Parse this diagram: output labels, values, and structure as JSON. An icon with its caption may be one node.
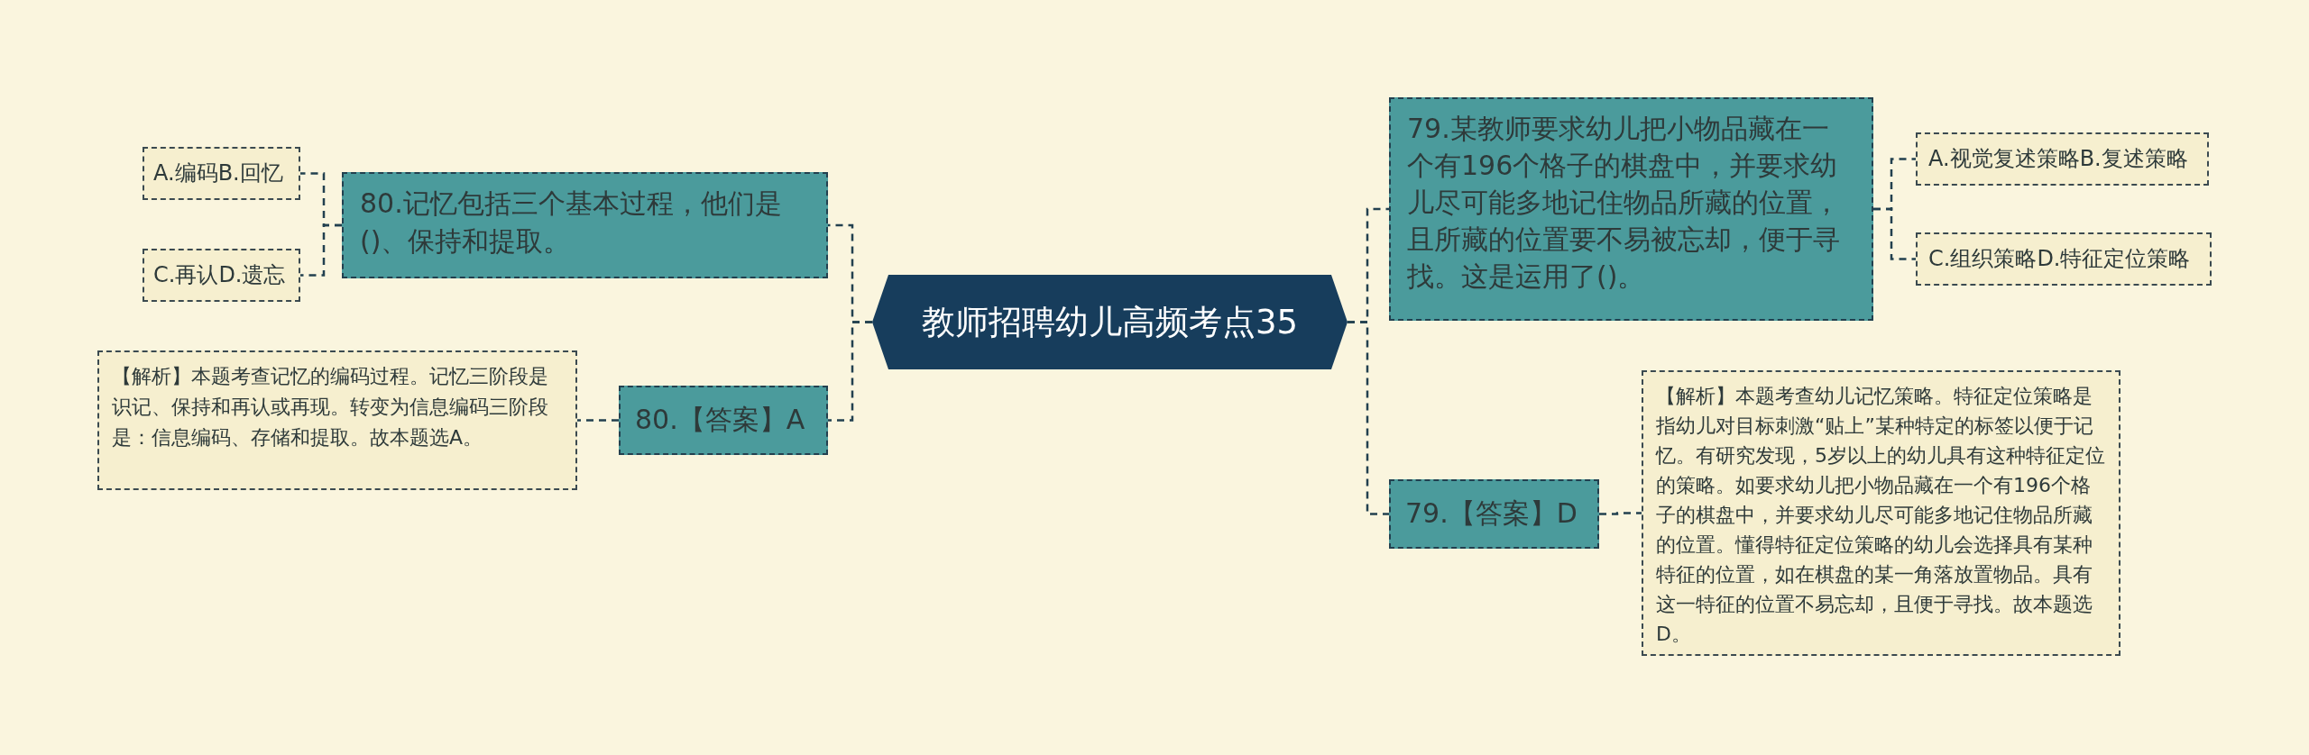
{
  "diagram": {
    "nodes": [
      {
        "text": [
          "教师招聘幼儿高频考点35"
        ]
      },
      {
        "text": [
          "80.记忆包括三个基本过程，他们是()、保持和提取。"
        ]
      },
      {
        "text": [
          "A.编码B.回忆"
        ]
      },
      {
        "text": [
          "C.再认D.遗忘"
        ]
      },
      {
        "text": [
          "80.【答案】A"
        ]
      },
      {
        "text": [
          "【解析】本题考查记忆的编码过程。记忆三阶段是识记、保持和再认或再现。转变为信息编码三阶段是：信息编码、存储和提取。故本题选A。"
        ]
      },
      {
        "text": [
          "79.某教师要求幼儿把小物品藏在一个有196个格子的棋盘中，并要求幼儿尽可能多地记住物品所藏的位置，且所藏的位置要不易被忘却，便于寻找。这是运用了()。"
        ]
      },
      {
        "text": [
          "A.视觉复述策略B.复述策略"
        ]
      },
      {
        "text": [
          "C.组织策略D.特征定位策略"
        ]
      },
      {
        "text": [
          "79.【答案】D"
        ]
      },
      {
        "text": [
          "【解析】本题考查幼儿记忆策略。特征定位策略是指幼儿对目标刺激“贴上”某种特定的标签以便于记忆。有研究发现，5岁以上的幼儿具有这种特征定位的策略。如要求幼儿把小物品藏在一个有196个格子的棋盘中，并要求幼儿尽可能多地记住物品所藏的位置。懂得特征定位策略的幼儿会选择具有某种特征的位置，如在棋盘的某一角落放置物品。具有这一特征的位置不易忘却，且便于寻找。故本题选D。"
        ]
      }
    ],
    "edges": [
      {
        "from": 0,
        "to": 1,
        "arrow": "none"
      },
      {
        "from": 0,
        "to": 4,
        "arrow": "none"
      },
      {
        "from": 0,
        "to": 6,
        "arrow": "none"
      },
      {
        "from": 0,
        "to": 9,
        "arrow": "none"
      },
      {
        "from": 1,
        "to": 2,
        "arrow": "none"
      },
      {
        "from": 1,
        "to": 3,
        "arrow": "none"
      },
      {
        "from": 4,
        "to": 5,
        "arrow": "none"
      },
      {
        "from": 6,
        "to": 7,
        "arrow": "none"
      },
      {
        "from": 6,
        "to": 8,
        "arrow": "none"
      },
      {
        "from": 9,
        "to": 10,
        "arrow": "none"
      }
    ]
  }
}
